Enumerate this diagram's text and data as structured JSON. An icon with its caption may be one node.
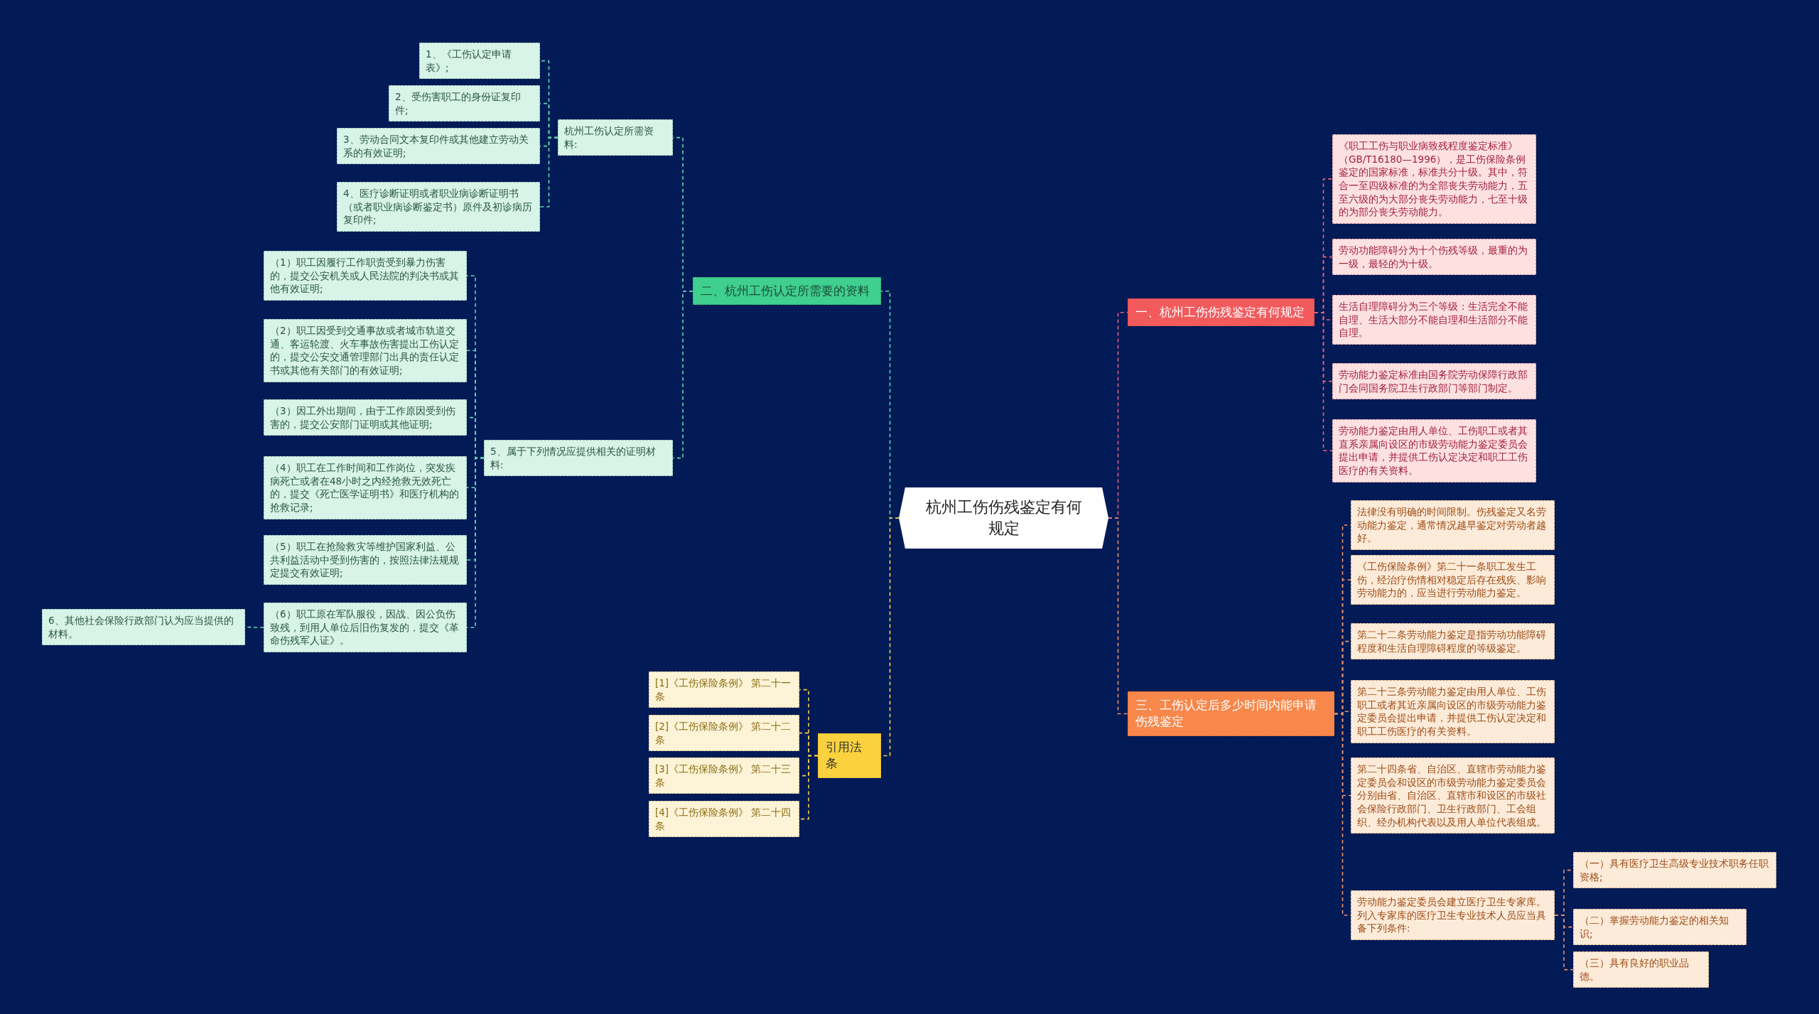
{
  "diagram": {
    "nodes": [
      {
        "text": [
          "杭州工伤伤残鉴定有何规定"
        ]
      },
      {
        "text": [
          "二、杭州工伤认定所需要的资料"
        ]
      },
      {
        "text": [
          "杭州工伤认定所需资料:"
        ]
      },
      {
        "text": [
          "1、《工伤认定申请表》;"
        ]
      },
      {
        "text": [
          "2、受伤害职工的身份证复印件;"
        ]
      },
      {
        "text": [
          "3、劳动合同文本复印件或其他建立劳动关系的有效证明;"
        ]
      },
      {
        "text": [
          "4、医疗诊断证明或者职业病诊断证明书（或者职业病诊断鉴定书）原件及初诊病历复印件;"
        ]
      },
      {
        "text": [
          "5、属于下列情况应提供相关的证明材料:"
        ]
      },
      {
        "text": [
          "（1）职工因履行工作职责受到暴力伤害的，提交公安机关或人民法院的判决书或其他有效证明;"
        ]
      },
      {
        "text": [
          "（2）职工因受到交通事故或者城市轨道交通、客运轮渡、火车事故伤害提出工伤认定的，提交公安交通管理部门出具的责任认定书或其他有关部门的有效证明;"
        ]
      },
      {
        "text": [
          "（3）因工外出期间，由于工作原因受到伤害的，提交公安部门证明或其他证明;"
        ]
      },
      {
        "text": [
          "（4）职工在工作时间和工作岗位，突发疾病死亡或者在48小时之内经抢救无效死亡的，提交《死亡医学证明书》和医疗机构的抢救记录;"
        ]
      },
      {
        "text": [
          "（5）职工在抢险救灾等维护国家利益、公共利益活动中受到伤害的，按照法律法规规定提交有效证明;"
        ]
      },
      {
        "text": [
          "（6）职工原在军队服役，因战、因公负伤致残，到用人单位后旧伤复发的，提交《革命伤残军人证》。"
        ]
      },
      {
        "text": [
          "6、其他社会保险行政部门认为应当提供的材料。"
        ]
      },
      {
        "text": [
          "引用法条"
        ]
      },
      {
        "text": [
          "[1]《工伤保险条例》 第二十一条"
        ]
      },
      {
        "text": [
          "[2]《工伤保险条例》 第二十二条"
        ]
      },
      {
        "text": [
          "[3]《工伤保险条例》 第二十三条"
        ]
      },
      {
        "text": [
          "[4]《工伤保险条例》 第二十四条"
        ]
      },
      {
        "text": [
          "一、杭州工伤伤残鉴定有何规定"
        ]
      },
      {
        "text": [
          "《职工工伤与职业病致残程度鉴定标准》（GB/T16180—1996），是工伤保险条例鉴定的国家标准，标准共分十级。其中，符合一至四级标准的为全部丧失劳动能力，五至六级的为大部分丧失劳动能力，七至十级的为部分丧失劳动能力。"
        ]
      },
      {
        "text": [
          "劳动功能障碍分为十个伤残等级，最重的为一级，最轻的为十级。"
        ]
      },
      {
        "text": [
          "生活自理障碍分为三个等级：生活完全不能自理、生活大部分不能自理和生活部分不能自理。"
        ]
      },
      {
        "text": [
          "劳动能力鉴定标准由国务院劳动保障行政部门会同国务院卫生行政部门等部门制定。"
        ]
      },
      {
        "text": [
          "劳动能力鉴定由用人单位、工伤职工或者其直系亲属向设区的市级劳动能力鉴定委员会提出申请，并提供工伤认定决定和职工工伤医疗的有关资料。"
        ]
      },
      {
        "text": [
          "三、工伤认定后多少时间内能申请伤残鉴定"
        ]
      },
      {
        "text": [
          "法律没有明确的时间限制。伤残鉴定又名劳动能力鉴定，通常情况越早鉴定对劳动者越好。"
        ]
      },
      {
        "text": [
          "《工伤保险条例》第二十一条职工发生工伤，经治疗伤情相对稳定后存在残疾、影响劳动能力的，应当进行劳动能力鉴定。"
        ]
      },
      {
        "text": [
          "第二十二条劳动能力鉴定是指劳动功能障碍程度和生活自理障碍程度的等级鉴定。"
        ]
      },
      {
        "text": [
          "第二十三条劳动能力鉴定由用人单位、工伤职工或者其近亲属向设区的市级劳动能力鉴定委员会提出申请，并提供工伤认定决定和职工工伤医疗的有关资料。"
        ]
      },
      {
        "text": [
          "第二十四条省、自治区、直辖市劳动能力鉴定委员会和设区的市级劳动能力鉴定委员会分别由省、自治区、直辖市和设区的市级社会保险行政部门、卫生行政部门、工会组织、经办机构代表以及用人单位代表组成。"
        ]
      },
      {
        "text": [
          "劳动能力鉴定委员会建立医疗卫生专家库。列入专家库的医疗卫生专业技术人员应当具备下列条件:"
        ]
      },
      {
        "text": [
          "（一）具有医疗卫生高级专业技术职务任职资格;"
        ]
      },
      {
        "text": [
          "（二）掌握劳动能力鉴定的相关知识;"
        ]
      },
      {
        "text": [
          "（三）具有良好的职业品德。"
        ]
      }
    ],
    "edges": [
      {
        "from": 0,
        "to": 1,
        "arrow": "none"
      },
      {
        "from": 1,
        "to": 2,
        "arrow": "none"
      },
      {
        "from": 2,
        "to": 3,
        "arrow": "none"
      },
      {
        "from": 2,
        "to": 4,
        "arrow": "none"
      },
      {
        "from": 2,
        "to": 5,
        "arrow": "none"
      },
      {
        "from": 2,
        "to": 6,
        "arrow": "none"
      },
      {
        "from": 1,
        "to": 7,
        "arrow": "none"
      },
      {
        "from": 7,
        "to": 8,
        "arrow": "none"
      },
      {
        "from": 7,
        "to": 9,
        "arrow": "none"
      },
      {
        "from": 7,
        "to": 10,
        "arrow": "none"
      },
      {
        "from": 7,
        "to": 11,
        "arrow": "none"
      },
      {
        "from": 7,
        "to": 12,
        "arrow": "none"
      },
      {
        "from": 7,
        "to": 13,
        "arrow": "none"
      },
      {
        "from": 13,
        "to": 14,
        "arrow": "none"
      },
      {
        "from": 0,
        "to": 15,
        "arrow": "none",
        "color": "#f7cf4a"
      },
      {
        "from": 15,
        "to": 16,
        "arrow": "none",
        "color": "#f7cf4a"
      },
      {
        "from": 15,
        "to": 17,
        "arrow": "none",
        "color": "#f7cf4a"
      },
      {
        "from": 15,
        "to": 18,
        "arrow": "none",
        "color": "#f7cf4a"
      },
      {
        "from": 15,
        "to": 19,
        "arrow": "none",
        "color": "#f7cf4a"
      },
      {
        "from": 0,
        "to": 20,
        "arrow": "none",
        "color": "#e8607a"
      },
      {
        "from": 20,
        "to": 21,
        "arrow": "none",
        "color": "#e8607a"
      },
      {
        "from": 20,
        "to": 22,
        "arrow": "none",
        "color": "#e8607a"
      },
      {
        "from": 20,
        "to": 23,
        "arrow": "none",
        "color": "#e8607a"
      },
      {
        "from": 20,
        "to": 24,
        "arrow": "none",
        "color": "#e8607a"
      },
      {
        "from": 20,
        "to": 25,
        "arrow": "none",
        "color": "#e8607a"
      },
      {
        "from": 0,
        "to": 26,
        "arrow": "none",
        "color": "#e8906a"
      },
      {
        "from": 26,
        "to": 27,
        "arrow": "none",
        "color": "#e8906a"
      },
      {
        "from": 26,
        "to": 28,
        "arrow": "none",
        "color": "#e8906a"
      },
      {
        "from": 26,
        "to": 29,
        "arrow": "none",
        "color": "#e8906a"
      },
      {
        "from": 26,
        "to": 30,
        "arrow": "none",
        "color": "#e8906a"
      },
      {
        "from": 26,
        "to": 31,
        "arrow": "none",
        "color": "#e8906a"
      },
      {
        "from": 26,
        "to": 32,
        "arrow": "none",
        "color": "#e8906a"
      },
      {
        "from": 32,
        "to": 33,
        "arrow": "none",
        "color": "#e8906a"
      },
      {
        "from": 32,
        "to": 34,
        "arrow": "none",
        "color": "#e8906a"
      },
      {
        "from": 32,
        "to": 35,
        "arrow": "none",
        "color": "#e8906a"
      }
    ]
  }
}
